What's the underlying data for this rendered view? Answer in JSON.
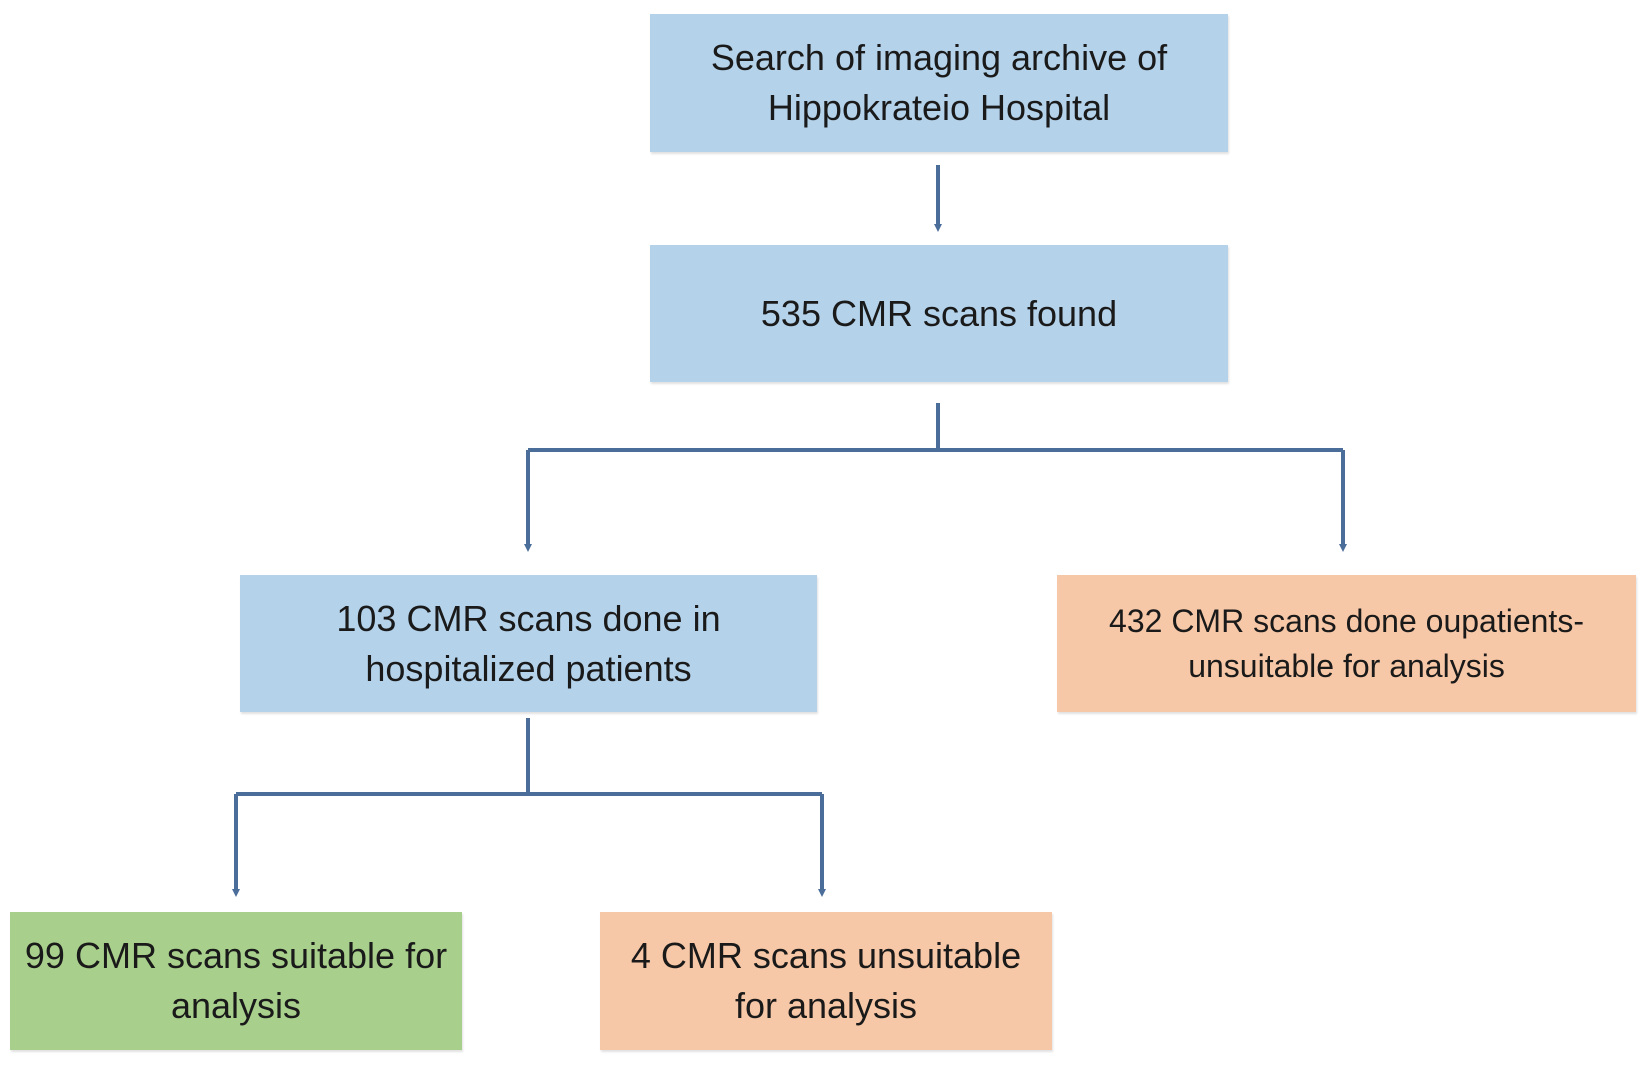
{
  "nodes": {
    "search": {
      "text": "Search of imaging archive of\nHippokrateio Hospital",
      "color": "#b4d2ea"
    },
    "found": {
      "text": "535 CMR scans found",
      "color": "#b4d2ea"
    },
    "hospitalized": {
      "text": "103 CMR scans done in\nhospitalized patients",
      "color": "#b4d2ea"
    },
    "outpatients": {
      "text": "432 CMR scans done oupatients-\nunsuitable for analysis",
      "color": "#f7c8a7"
    },
    "suitable": {
      "text": "99 CMR scans suitable for\nanalysis",
      "color": "#a8d08c"
    },
    "unsuitable": {
      "text": "4 CMR scans unsuitable\nfor analysis",
      "color": "#f7c8a7"
    }
  },
  "edges": [
    {
      "from": "search",
      "to": "found"
    },
    {
      "from": "found",
      "to": "hospitalized"
    },
    {
      "from": "found",
      "to": "outpatients"
    },
    {
      "from": "hospitalized",
      "to": "suitable"
    },
    {
      "from": "hospitalized",
      "to": "unsuitable"
    }
  ],
  "connector_color": "#4a6d9a"
}
